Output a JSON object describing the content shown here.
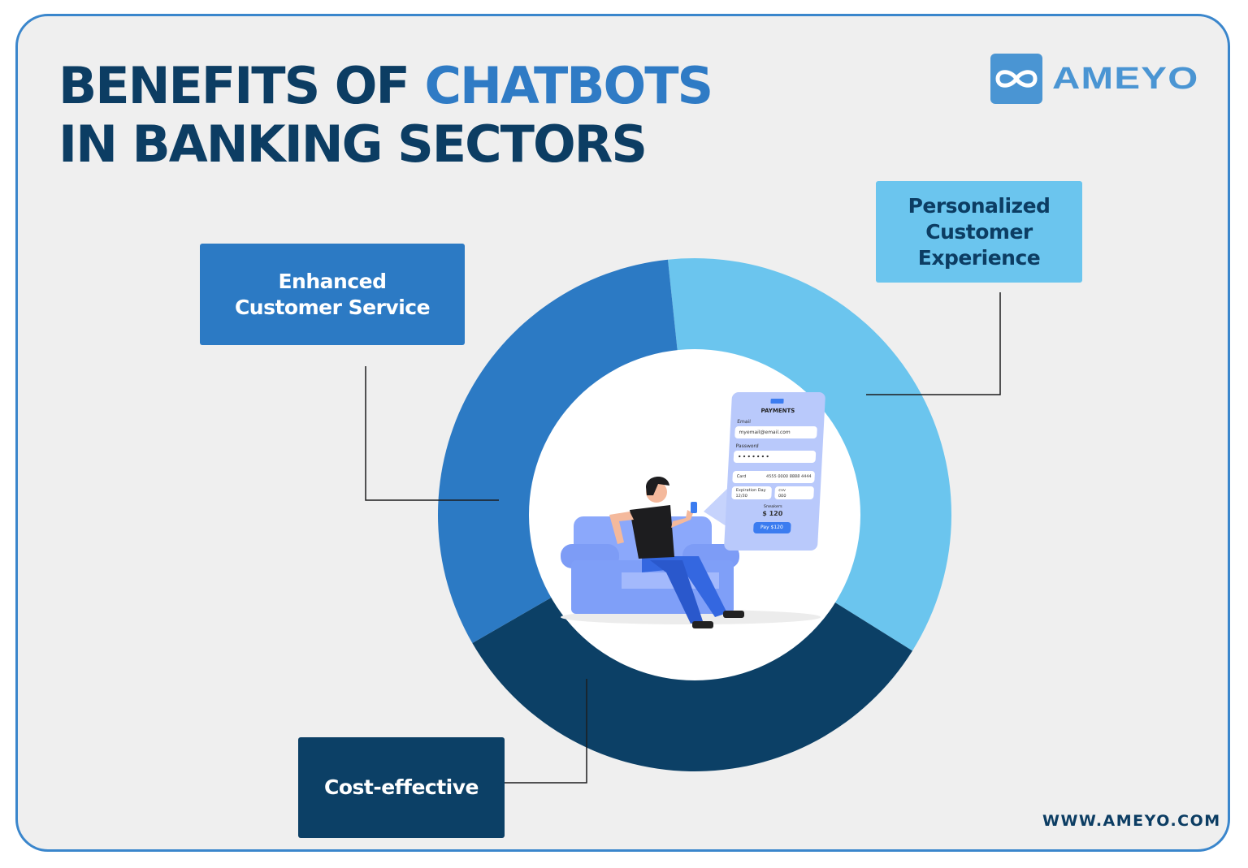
{
  "title": {
    "line1_a": "BENEFITS OF ",
    "line1_b": "CHATBOTS",
    "line2": "IN BANKING SECTORS"
  },
  "logo": {
    "icon": "infinity-icon",
    "text": "AMEYO"
  },
  "colors": {
    "segment_light": "#6bc5ee",
    "segment_mid": "#2c7ac4",
    "segment_dark": "#0c4066",
    "title": "#0c3d63",
    "accent": "#2f7bc5"
  },
  "segments": [
    {
      "label": "Personalized Customer Experience",
      "color": "#6bc5ee"
    },
    {
      "label": "Cost-effective",
      "color": "#0c4066"
    },
    {
      "label": "Enhanced Customer Service",
      "color": "#2c7ac4"
    }
  ],
  "boxes": {
    "enhanced": "Enhanced Customer Service",
    "personalized": "Personalized Customer Experience",
    "cost": "Cost-effective"
  },
  "payment": {
    "title": "PAYMENTS",
    "email_label": "Email",
    "email_value": "myemail@email.com",
    "password_label": "Password",
    "password_value": "•••••••",
    "card_label": "Card",
    "card_number": "4555 0000 8888 4444",
    "expiry_label": "Expiration Day",
    "expiry_value": "12/30",
    "cvv_label": "cvv",
    "cvv_value": "000",
    "item": "Sneakers",
    "price": "$ 120",
    "pay_button": "Pay $120"
  },
  "footer": {
    "url": "WWW.AMEYO.COM"
  }
}
